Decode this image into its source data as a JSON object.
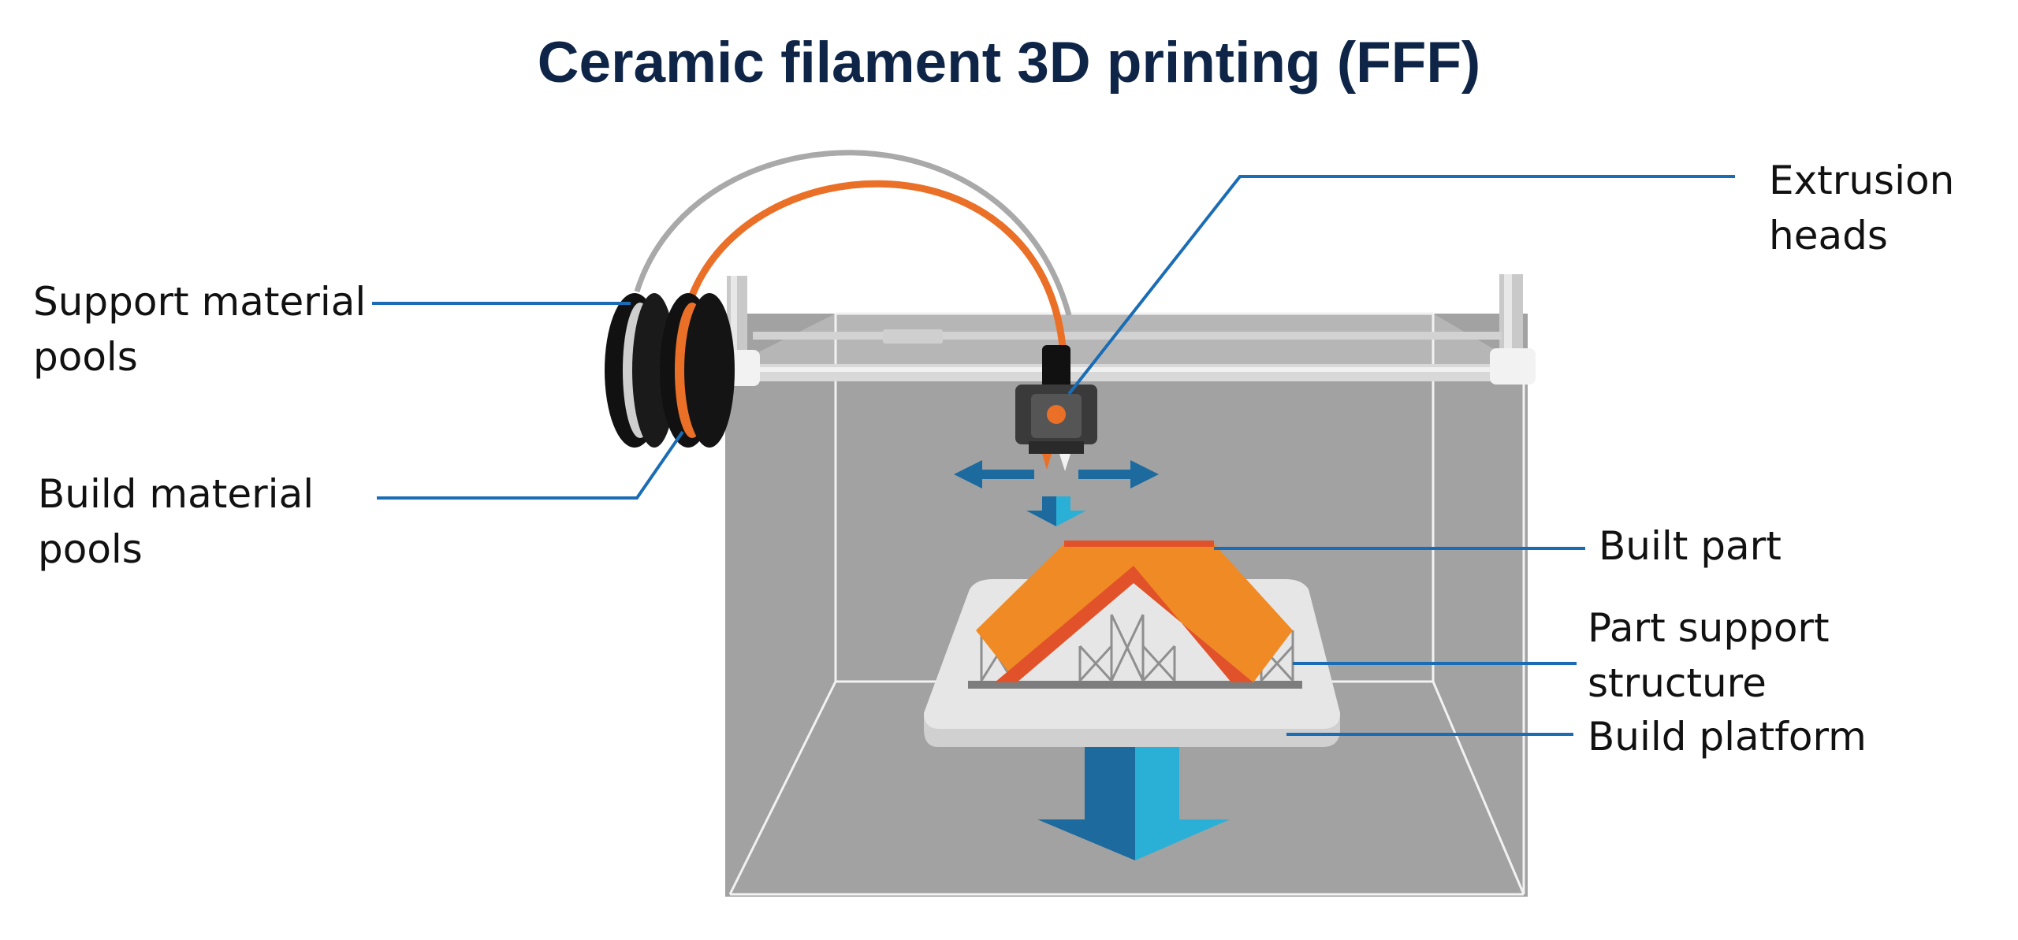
{
  "title": "Ceramic filament 3D printing (FFF)",
  "labels": {
    "support_pools": [
      "Support material",
      "pools"
    ],
    "build_pools": [
      "Build material",
      "pools"
    ],
    "extrusion_heads": [
      "Extrusion",
      "heads"
    ],
    "built_part": "Built part",
    "part_support": [
      "Part support",
      "structure"
    ],
    "build_platform": "Build platform"
  },
  "colors": {
    "title": "#0f2548",
    "leader_line": "#1a6db5",
    "chamber": "#a2a2a2",
    "part_orange": "#f08a24",
    "part_orange_dark": "#e2522a",
    "filament_orange": "#ea7028",
    "filament_grey": "#a9a9a9",
    "arrow_dark_blue": "#1c6a9e",
    "arrow_light_blue": "#2ab0d6",
    "platform": "#e6e6e6"
  }
}
